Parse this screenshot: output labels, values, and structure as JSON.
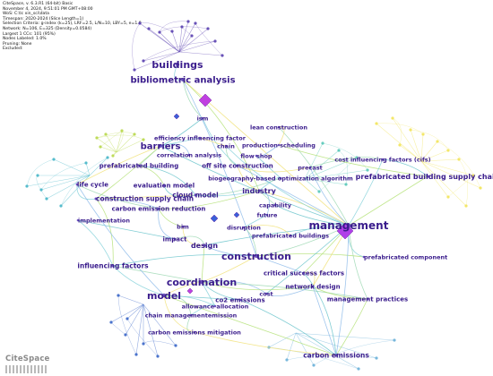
{
  "header": {
    "lines": [
      "CiteSpace, v. 6.3.R1 (64-bit) Basic",
      "November 4, 2024, 9:51:01 PM GMT+08:00",
      "WoS: C:\\Ic  xin_sci\\data",
      "Timespan: 2020-2024 (Slice Length=1)",
      "Selection Criteria: g-index (k=25), LRF=2.5, L/N=10, LBY=5, e=1.0",
      "Network: N=106, E=325 (Density=0.0584)",
      "Largest 1 CCs: 101 (95%)",
      "Nodes Labeled: 1.0%",
      "Pruning: None",
      "Excluded:"
    ]
  },
  "logo": {
    "text": "CiteSpace"
  },
  "keywords": [
    {
      "id": "buildings",
      "label": "buildings",
      "size": 11
    },
    {
      "id": "bibliometric-analysis",
      "label": "bibliometric analysis",
      "size": 10
    },
    {
      "id": "ism",
      "label": "ism",
      "size": 6.5
    },
    {
      "id": "lean-construction",
      "label": "lean construction",
      "size": 6.5
    },
    {
      "id": "efficiency-influencing-factor",
      "label": "efficiency influencing factor",
      "size": 6.5
    },
    {
      "id": "chain",
      "label": "chain",
      "size": 6.5
    },
    {
      "id": "production-scheduling",
      "label": "production scheduling",
      "size": 6.5
    },
    {
      "id": "barriers",
      "label": "barriers",
      "size": 10
    },
    {
      "id": "correlation-analysis",
      "label": "correlation analysis",
      "size": 6.5
    },
    {
      "id": "flow-shop",
      "label": "flow shop",
      "size": 6.5
    },
    {
      "id": "cost-influencing-factors",
      "label": "cost influencing factors (cifs)",
      "size": 6.5
    },
    {
      "id": "prefabricated-building",
      "label": "prefabricated building",
      "size": 7
    },
    {
      "id": "off-site-construction",
      "label": "off site construction",
      "size": 7
    },
    {
      "id": "precast",
      "label": "precast",
      "size": 6.5
    },
    {
      "id": "prefabricated-building-supply-chain",
      "label": "prefabricated building supply chain",
      "size": 8
    },
    {
      "id": "biogeography",
      "label": "biogeography-based optimization algorithm",
      "size": 6.5
    },
    {
      "id": "life-cycle",
      "label": "life cycle",
      "size": 7
    },
    {
      "id": "evaluation-model",
      "label": "evaluation model",
      "size": 7
    },
    {
      "id": "construction-supply-chain",
      "label": "construction supply chain",
      "size": 7.5
    },
    {
      "id": "cloud-model",
      "label": "cloud model",
      "size": 7.5
    },
    {
      "id": "industry",
      "label": "industry",
      "size": 8
    },
    {
      "id": "carbon-emission-reduction",
      "label": "carbon emission reduction",
      "size": 7
    },
    {
      "id": "capability",
      "label": "capability",
      "size": 6.5
    },
    {
      "id": "implementation",
      "label": "implementation",
      "size": 6.5
    },
    {
      "id": "future",
      "label": "future",
      "size": 6.5
    },
    {
      "id": "management",
      "label": "management",
      "size": 12
    },
    {
      "id": "bim",
      "label": "bim",
      "size": 6.5
    },
    {
      "id": "disruption",
      "label": "disruption",
      "size": 6.5
    },
    {
      "id": "prefabricated-buildings",
      "label": "prefabricated buildings",
      "size": 6.5
    },
    {
      "id": "impact",
      "label": "impact",
      "size": 7
    },
    {
      "id": "design",
      "label": "design",
      "size": 8
    },
    {
      "id": "prefabricated-component",
      "label": "prefabricated component",
      "size": 6.5
    },
    {
      "id": "construction",
      "label": "construction",
      "size": 11
    },
    {
      "id": "influencing-factors",
      "label": "influencing factors",
      "size": 7.5
    },
    {
      "id": "critical-success-factors",
      "label": "critical success factors",
      "size": 7
    },
    {
      "id": "coordination",
      "label": "coordination",
      "size": 11
    },
    {
      "id": "network-design",
      "label": "network design",
      "size": 7
    },
    {
      "id": "model",
      "label": "model",
      "size": 11
    },
    {
      "id": "cost",
      "label": "cost",
      "size": 6.5
    },
    {
      "id": "management-practices",
      "label": "management practices",
      "size": 7
    },
    {
      "id": "co2-emissions",
      "label": "co2 emissions",
      "size": 7
    },
    {
      "id": "allowance-allocation",
      "label": "allowance allocation",
      "size": 6.5
    },
    {
      "id": "chain-management-emission",
      "label": "chain managementemission",
      "size": 6.5
    },
    {
      "id": "carbon-emissions-mitigation",
      "label": "carbon emissions mitigation",
      "size": 6.5
    },
    {
      "id": "carbon-emissions",
      "label": "carbon emissions",
      "size": 7.5
    }
  ],
  "edges": [
    [
      "bibliometric-analysis",
      "buildings"
    ],
    [
      "bibliometric-analysis",
      "ism"
    ],
    [
      "bibliometric-analysis",
      "management"
    ],
    [
      "bibliometric-analysis",
      "construction"
    ],
    [
      "bibliometric-analysis",
      "industry"
    ],
    [
      "ism",
      "barriers"
    ],
    [
      "ism",
      "off-site-construction"
    ],
    [
      "barriers",
      "prefabricated-building"
    ],
    [
      "barriers",
      "life-cycle"
    ],
    [
      "barriers",
      "correlation-analysis"
    ],
    [
      "barriers",
      "construction-supply-chain"
    ],
    [
      "barriers",
      "management"
    ],
    [
      "barriers",
      "efficiency-influencing-factor"
    ],
    [
      "lean-construction",
      "management"
    ],
    [
      "lean-construction",
      "production-scheduling"
    ],
    [
      "production-scheduling",
      "flow-shop"
    ],
    [
      "production-scheduling",
      "prefabricated-building-supply-chain"
    ],
    [
      "flow-shop",
      "biogeography"
    ],
    [
      "cost-influencing-factors",
      "management"
    ],
    [
      "cost-influencing-factors",
      "precast"
    ],
    [
      "precast",
      "off-site-construction"
    ],
    [
      "precast",
      "management"
    ],
    [
      "prefabricated-building-supply-chain",
      "management"
    ],
    [
      "prefabricated-building-supply-chain",
      "cost-influencing-factors"
    ],
    [
      "biogeography",
      "industry"
    ],
    [
      "biogeography",
      "cloud-model"
    ],
    [
      "off-site-construction",
      "industry"
    ],
    [
      "off-site-construction",
      "management"
    ],
    [
      "prefabricated-building",
      "evaluation-model"
    ],
    [
      "prefabricated-building",
      "cloud-model"
    ],
    [
      "life-cycle",
      "construction-supply-chain"
    ],
    [
      "life-cycle",
      "carbon-emission-reduction"
    ],
    [
      "construction-supply-chain",
      "cloud-model"
    ],
    [
      "construction-supply-chain",
      "carbon-emission-reduction"
    ],
    [
      "construction-supply-chain",
      "influencing-factors"
    ],
    [
      "evaluation-model",
      "cloud-model"
    ],
    [
      "cloud-model",
      "industry"
    ],
    [
      "industry",
      "capability"
    ],
    [
      "industry",
      "management"
    ],
    [
      "industry",
      "future"
    ],
    [
      "industry",
      "carbon-emission-reduction"
    ],
    [
      "capability",
      "management"
    ],
    [
      "future",
      "disruption"
    ],
    [
      "disruption",
      "construction"
    ],
    [
      "disruption",
      "prefabricated-buildings"
    ],
    [
      "carbon-emission-reduction",
      "impact"
    ],
    [
      "carbon-emission-reduction",
      "bim"
    ],
    [
      "implementation",
      "impact"
    ],
    [
      "implementation",
      "influencing-factors"
    ],
    [
      "impact",
      "design"
    ],
    [
      "bim",
      "design"
    ],
    [
      "design",
      "construction"
    ],
    [
      "design",
      "coordination"
    ],
    [
      "design",
      "management"
    ],
    [
      "prefabricated-buildings",
      "management"
    ],
    [
      "construction",
      "management"
    ],
    [
      "construction",
      "coordination"
    ],
    [
      "construction",
      "critical-success-factors"
    ],
    [
      "construction",
      "prefabricated-component"
    ],
    [
      "construction",
      "influencing-factors"
    ],
    [
      "management",
      "prefabricated-component"
    ],
    [
      "management",
      "management-practices"
    ],
    [
      "management",
      "network-design"
    ],
    [
      "management",
      "carbon-emissions"
    ],
    [
      "management",
      "critical-success-factors"
    ],
    [
      "management",
      "cost"
    ],
    [
      "influencing-factors",
      "model"
    ],
    [
      "influencing-factors",
      "coordination"
    ],
    [
      "coordination",
      "model"
    ],
    [
      "coordination",
      "cost"
    ],
    [
      "coordination",
      "network-design"
    ],
    [
      "coordination",
      "co2-emissions"
    ],
    [
      "coordination",
      "allowance-allocation"
    ],
    [
      "coordination",
      "management-practices"
    ],
    [
      "critical-success-factors",
      "network-design"
    ],
    [
      "network-design",
      "cost"
    ],
    [
      "network-design",
      "management-practices"
    ],
    [
      "model",
      "co2-emissions"
    ],
    [
      "model",
      "allowance-allocation"
    ],
    [
      "model",
      "chain-management-emission"
    ],
    [
      "model",
      "carbon-emissions-mitigation"
    ],
    [
      "model",
      "life-cycle"
    ],
    [
      "model",
      "carbon-emissions"
    ],
    [
      "co2-emissions",
      "carbon-emissions"
    ],
    [
      "allowance-allocation",
      "chain-management-emission"
    ],
    [
      "chain-management-emission",
      "carbon-emissions-mitigation"
    ],
    [
      "carbon-emissions-mitigation",
      "carbon-emissions"
    ],
    [
      "network-design",
      "carbon-emissions"
    ],
    [
      "management-practices",
      "carbon-emissions"
    ],
    [
      "critical-success-factors",
      "carbon-emissions"
    ],
    [
      "chain",
      "management"
    ],
    [
      "chain",
      "off-site-construction"
    ],
    [
      "efficiency-influencing-factor",
      "chain"
    ]
  ]
}
